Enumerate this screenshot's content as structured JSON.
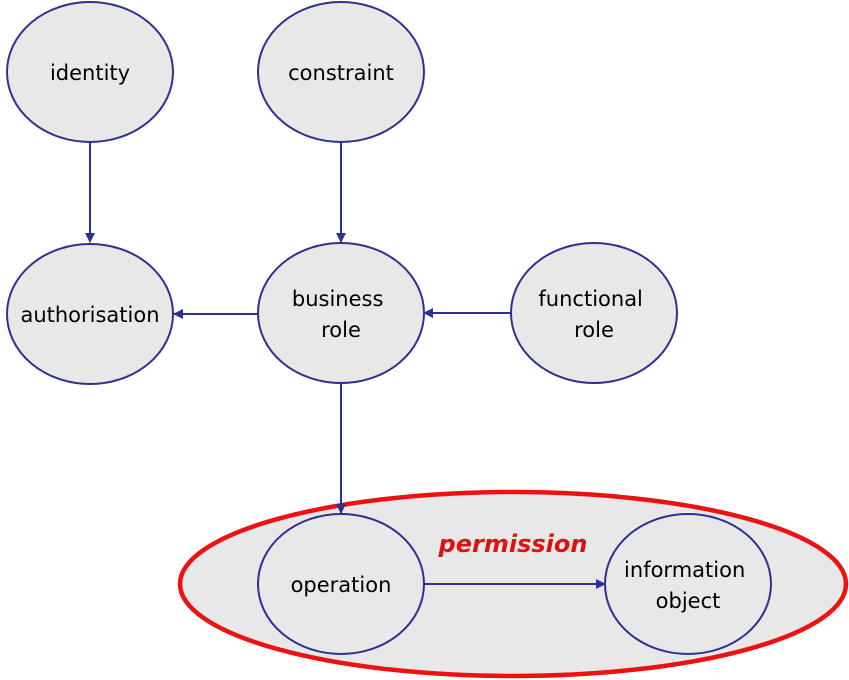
{
  "colors": {
    "node_fill": "#e8e8e8",
    "node_stroke": "#2e3192",
    "edge": "#2e3192",
    "permission_stroke": "#ee1111",
    "permission_text": "#dd1111"
  },
  "permission": {
    "label": "permission"
  },
  "nodes": {
    "identity": {
      "lines": [
        "identity"
      ]
    },
    "constraint": {
      "lines": [
        "constraint"
      ]
    },
    "authorisation": {
      "lines": [
        "authorisation"
      ]
    },
    "business_role": {
      "lines": [
        "business",
        "role"
      ]
    },
    "functional_role": {
      "lines": [
        "functional",
        "role"
      ]
    },
    "operation": {
      "lines": [
        "operation"
      ]
    },
    "information_object": {
      "lines": [
        "information",
        "object"
      ]
    }
  },
  "edges": [
    {
      "from": "identity",
      "to": "authorisation"
    },
    {
      "from": "constraint",
      "to": "business_role"
    },
    {
      "from": "business_role",
      "to": "authorisation"
    },
    {
      "from": "functional_role",
      "to": "business_role"
    },
    {
      "from": "business_role",
      "to": "operation"
    },
    {
      "from": "operation",
      "to": "information_object"
    }
  ]
}
